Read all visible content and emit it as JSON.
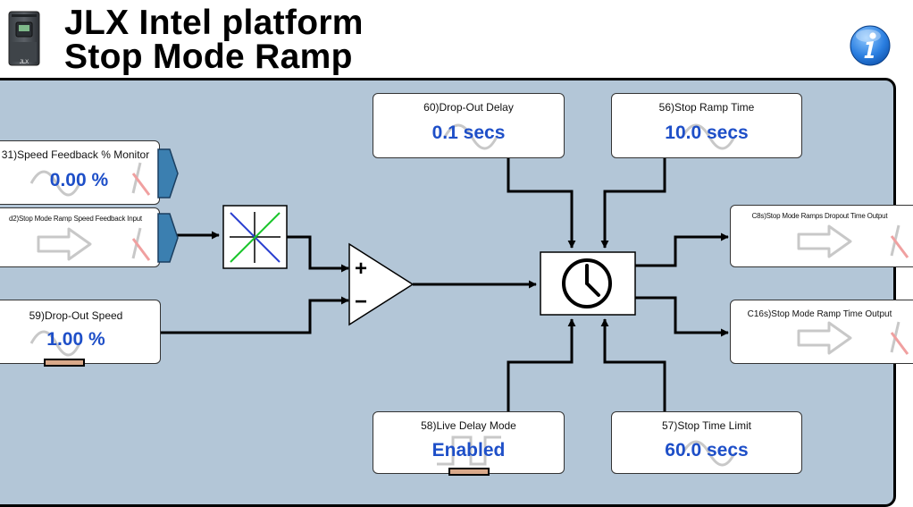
{
  "header": {
    "title_line1": "JLX Intel platform",
    "title_line2": "Stop Mode Ramp",
    "drive_logo_text": "JLX",
    "info_icon": "info-icon"
  },
  "blocks": {
    "speed_feedback_monitor": {
      "label": "31)Speed Feedback % Monitor",
      "value": "0.00 %"
    },
    "speed_feedback_input": {
      "label": "d2)Stop Mode Ramp Speed Feedback Input"
    },
    "drop_out_speed": {
      "label": "59)Drop-Out Speed",
      "value": "1.00 %"
    },
    "drop_out_delay": {
      "label": "60)Drop-Out Delay",
      "value": "0.1 secs"
    },
    "stop_ramp_time": {
      "label": "56)Stop Ramp Time",
      "value": "10.0 secs"
    },
    "live_delay_mode": {
      "label": "58)Live Delay Mode",
      "value": "Enabled"
    },
    "stop_time_limit": {
      "label": "57)Stop Time Limit",
      "value": "60.0 secs"
    },
    "dropout_time_output": {
      "label": "C8s)Stop Mode Ramps Dropout Time Output"
    },
    "ramp_time_output": {
      "label": "C16s)Stop Mode Ramp Time Output"
    }
  },
  "comparator": {
    "plus": "+",
    "minus": "−"
  },
  "colors": {
    "panel": "#b3c6d7",
    "value_text": "#1e4fc8",
    "connector": "#3b7fb0",
    "slider": "#d9a98a"
  }
}
